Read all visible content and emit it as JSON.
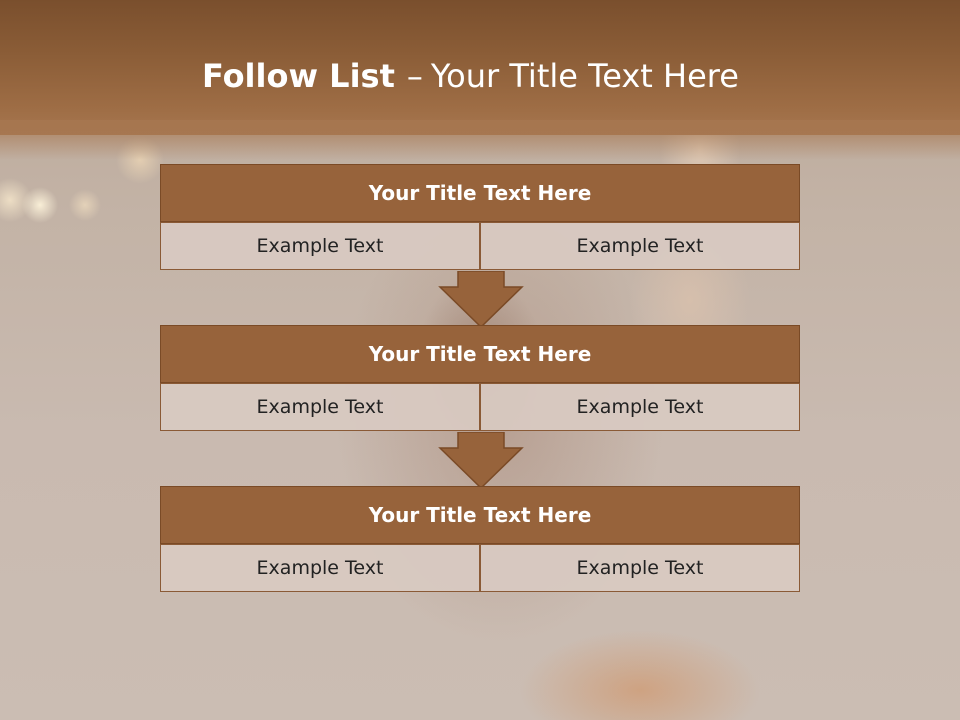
{
  "slide": {
    "title_bold": "Follow List",
    "title_separator": "–",
    "title_rest": "Your Title Text Here"
  },
  "blocks": [
    {
      "title": "Your Title Text Here",
      "left_text": "Example Text",
      "right_text": "Example Text"
    },
    {
      "title": "Your Title Text Here",
      "left_text": "Example Text",
      "right_text": "Example Text"
    },
    {
      "title": "Your Title Text Here",
      "left_text": "Example Text",
      "right_text": "Example Text"
    }
  ],
  "colors": {
    "header_band": "#8b5d37",
    "block_title_fill": "#97633b",
    "block_border": "#7a4a26",
    "cell_fill": "#d8c9c1",
    "arrow_fill": "#97633b"
  }
}
